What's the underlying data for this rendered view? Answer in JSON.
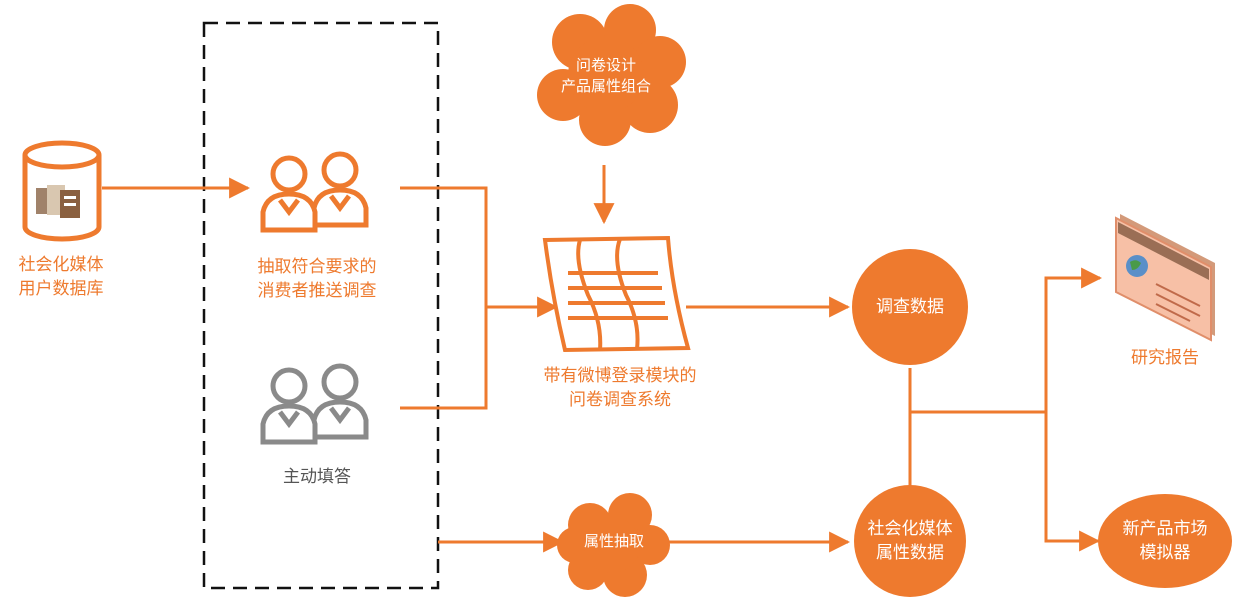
{
  "colors": {
    "accent": "#ee7a2e",
    "gray": "#8a8a8a",
    "text_gray": "#555555",
    "dashed_box": "#111111"
  },
  "nodes": {
    "database": {
      "line1": "社会化媒体",
      "line2": "用户数据库",
      "icon": "database-icon"
    },
    "target_users": {
      "line1": "抽取符合要求的",
      "line2": "消费者推送调查",
      "icon": "users-icon"
    },
    "active_users": {
      "label": "主动填答",
      "icon": "users-icon"
    },
    "design_cloud": {
      "line1": "问卷设计",
      "line2": "产品属性组合",
      "icon": "cloud-icon"
    },
    "survey_system": {
      "line1": "带有微博登录模块的",
      "line2": "问卷调查系统",
      "icon": "document-icon"
    },
    "attr_cloud": {
      "label": "属性抽取",
      "icon": "cloud-icon"
    },
    "survey_data": {
      "label": "调查数据"
    },
    "social_attr_data": {
      "line1": "社会化媒体",
      "line2": "属性数据"
    },
    "report": {
      "label": "研究报告",
      "icon": "report-icon"
    },
    "simulator": {
      "line1": "新产品市场",
      "line2": "模拟器"
    }
  }
}
